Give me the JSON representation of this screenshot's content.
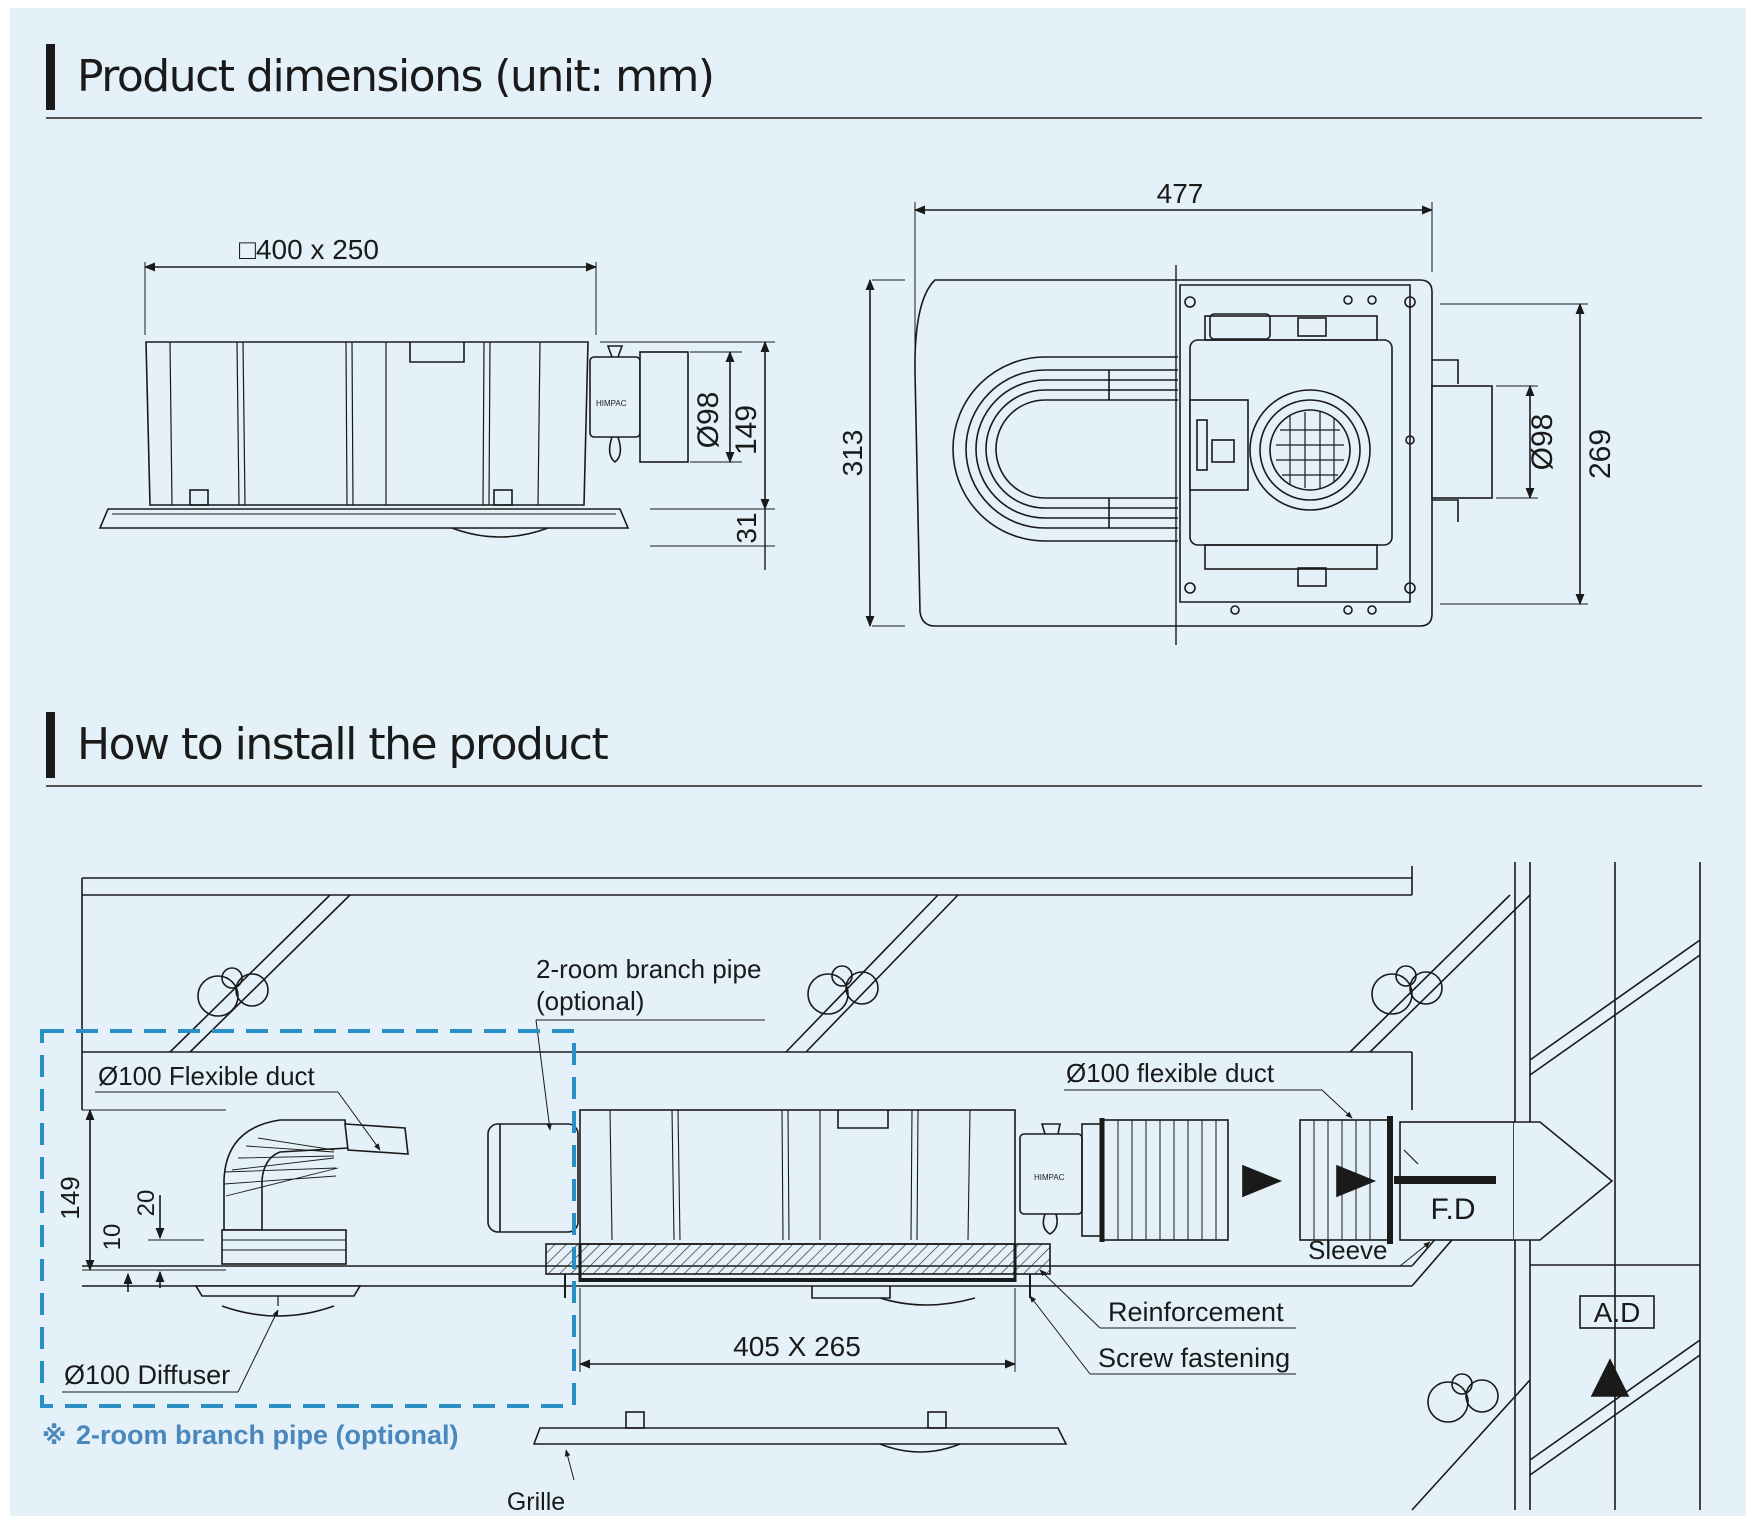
{
  "sections": {
    "dimensions_title": "Product dimensions (unit: mm)",
    "install_title": "How to install the product"
  },
  "side_view": {
    "width_dim": "□400 x 250",
    "duct_diameter": "Ø98",
    "height_dim": "149",
    "grille_dim": "31",
    "brand_mark": "HIMPAC"
  },
  "top_view": {
    "width_dim": "477",
    "depth_dim": "313",
    "duct_diameter": "Ø98",
    "side_dim": "269"
  },
  "install": {
    "branch_pipe_label_line1": "2-room branch pipe",
    "branch_pipe_label_line2": "(optional)",
    "flex_duct_left": "Ø100 Flexible duct",
    "flex_duct_right": "Ø100 flexible duct",
    "dim_149": "149",
    "dim_20": "20",
    "dim_10": "10",
    "diffuser": "Ø100 Diffuser",
    "opening_dim": "405 X 265",
    "reinforcement": "Reinforcement",
    "screw_fastening": "Screw fastening",
    "sleeve": "Sleeve",
    "fd": "F.D",
    "ad": "A.D",
    "branch_note_mark": "※",
    "branch_note": "2-room branch pipe (optional)",
    "grille": "Grille",
    "brand_mark": "HIMPAC"
  },
  "colors": {
    "panel_bg": "#e4f1f8",
    "line": "#1a1a1a",
    "dashed_box": "#2a8fc4",
    "note_text": "#4a87bd"
  }
}
